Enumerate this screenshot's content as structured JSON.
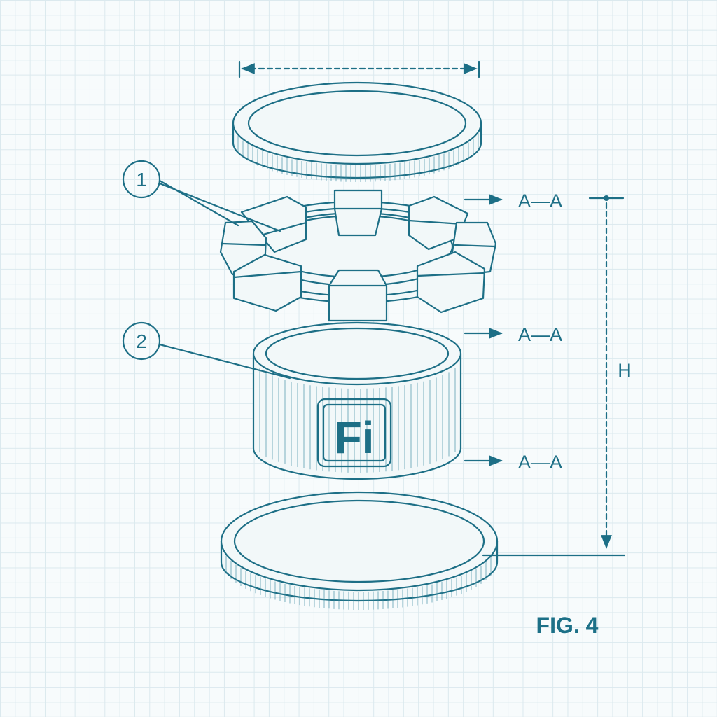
{
  "figure": {
    "label": "FIG. 4",
    "parts": [
      {
        "number": "1",
        "part": "segmented-ring"
      },
      {
        "number": "2",
        "part": "cylindrical-body"
      }
    ],
    "section_marks": [
      "A—A",
      "A—A",
      "A—A"
    ],
    "height_dimension": "H",
    "logo_text": "Fi"
  },
  "colors": {
    "ink": "#1d6f86",
    "grid": "#dbe9ee",
    "paper": "#f7fbfc"
  }
}
